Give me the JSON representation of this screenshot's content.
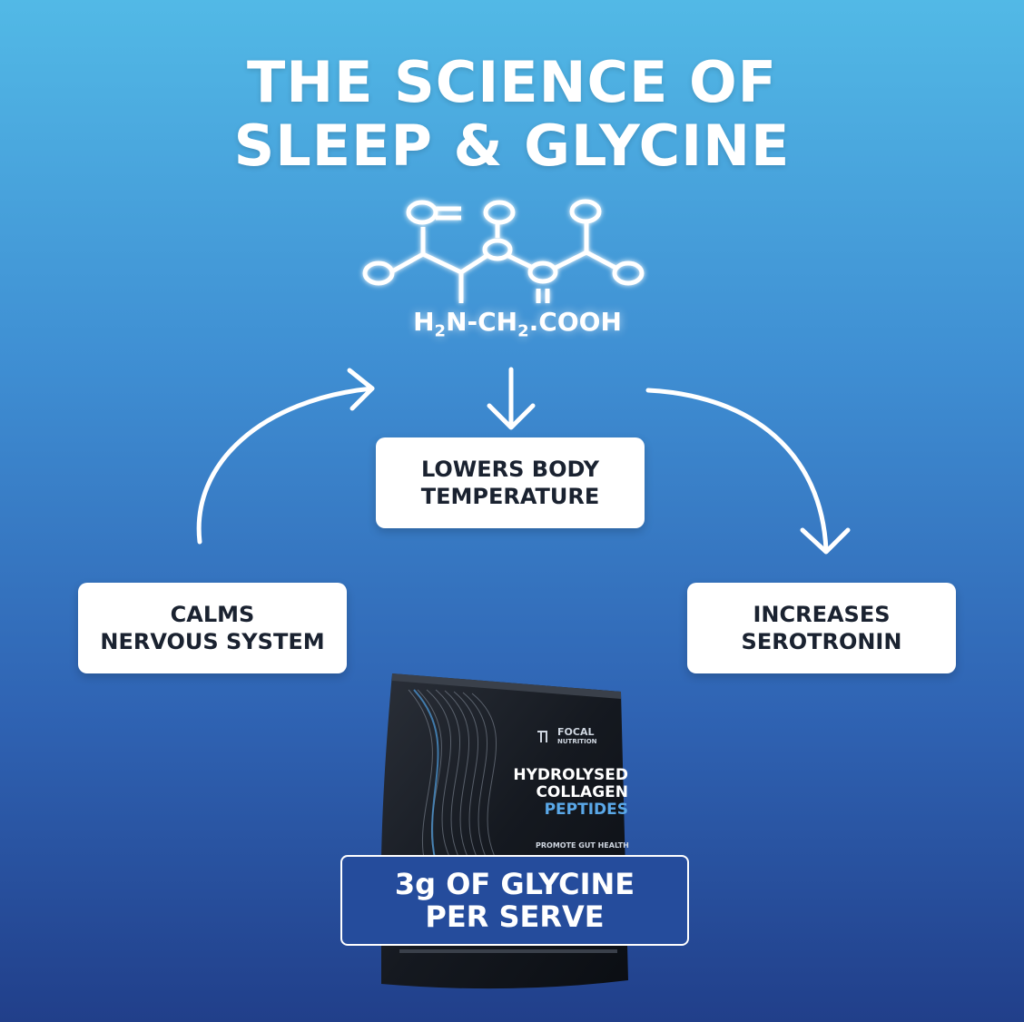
{
  "title": {
    "line1": "THE SCIENCE OF",
    "line2": "SLEEP & GLYCINE"
  },
  "formula": {
    "a": "H",
    "a_sub": "2",
    "b": "N-CH",
    "b_sub": "2",
    "c": ".COOH"
  },
  "benefits": {
    "top": {
      "line1": "LOWERS BODY",
      "line2": "TEMPERATURE"
    },
    "left": {
      "line1": "CALMS",
      "line2": "NERVOUS SYSTEM"
    },
    "right": {
      "line1": "INCREASES",
      "line2": "SEROTRONIN"
    }
  },
  "product": {
    "brand_line1": "FOCAL",
    "brand_line2": "NUTRITION",
    "name_line1": "HYDROLYSED",
    "name_line2": "COLLAGEN",
    "name_line3": "PEPTIDES",
    "tagline": "PROMOTE GUT HEALTH"
  },
  "badge": {
    "line1": "3g OF GLYCINE",
    "line2": "PER SERVE"
  },
  "colors": {
    "bg_top": "#52b9e6",
    "bg_bottom": "#213f8a",
    "accent": "#5aa8e8",
    "badge_bg": "#254c9c"
  }
}
